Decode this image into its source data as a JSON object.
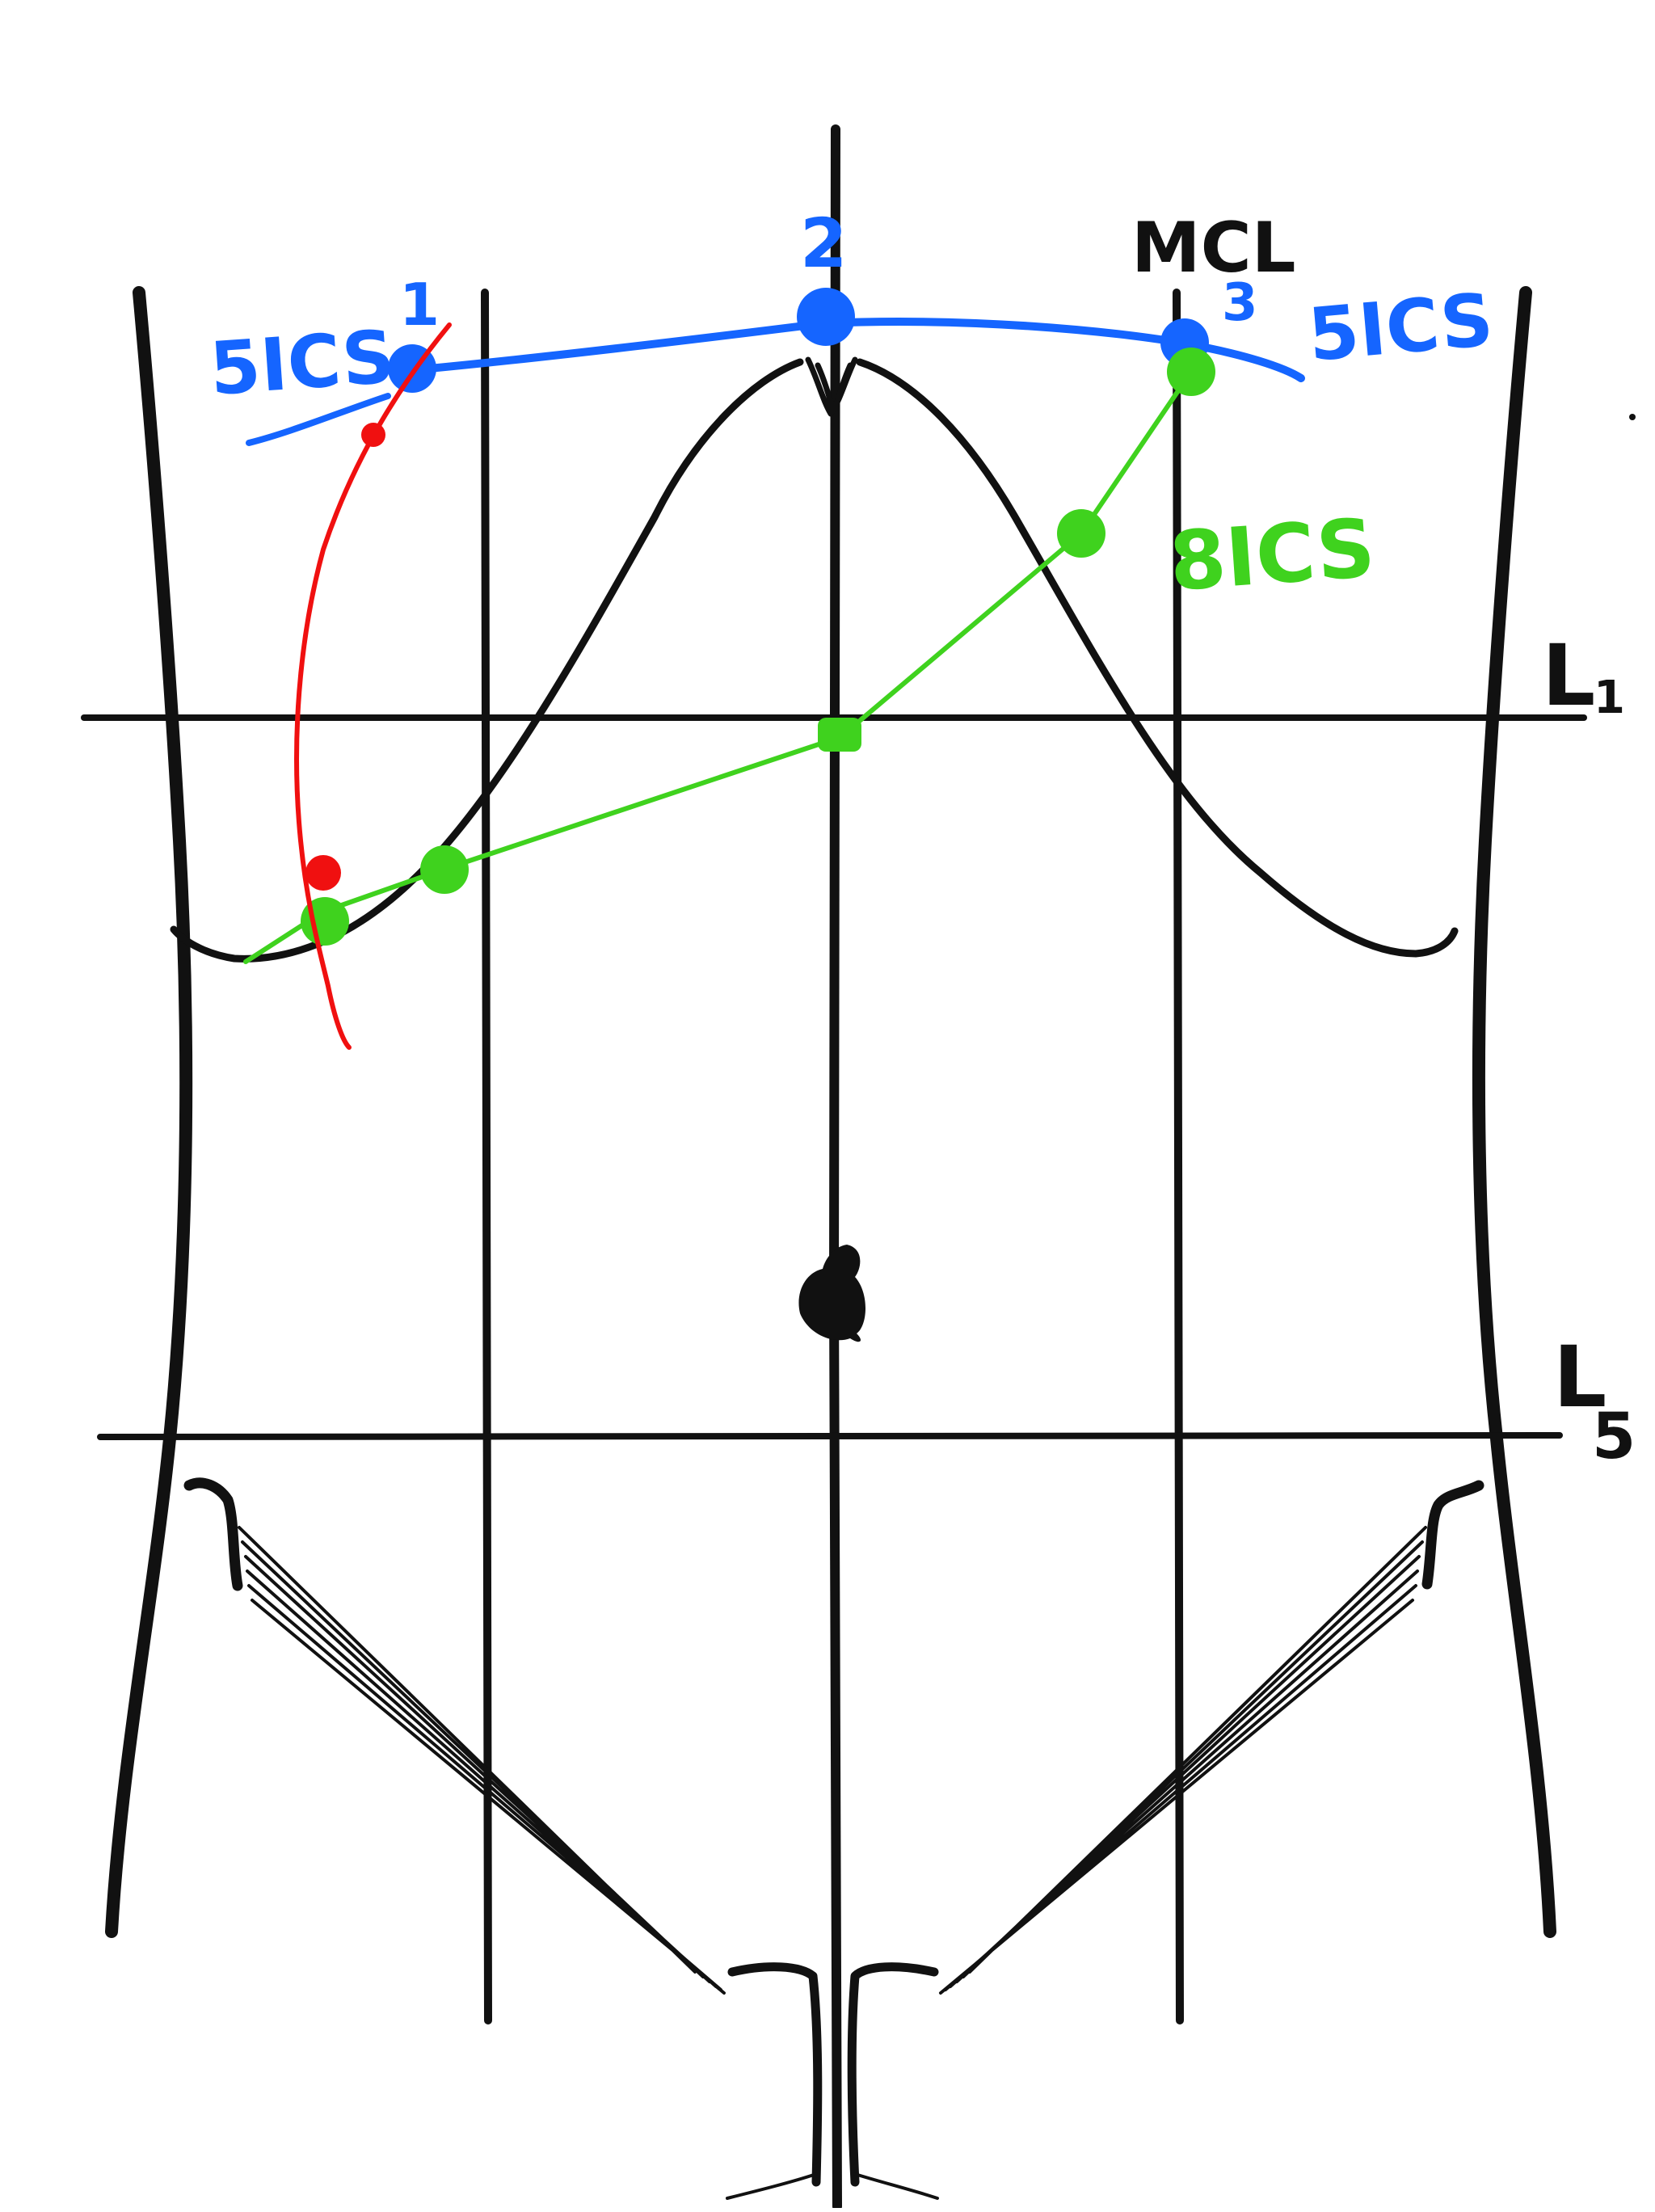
{
  "labels": {
    "mcl": "MCL",
    "l1": "L",
    "l1_sub": "1",
    "l5": "L",
    "l5_sub": "5",
    "ics5_left": "5ICS",
    "ics5_right": "5ICS",
    "ics8": "8ICS",
    "point1": "1",
    "point2": "2",
    "point3": "3"
  },
  "colors": {
    "ink": "#111111",
    "blue": "#1565ff",
    "green": "#3fd21e",
    "red": "#f01010"
  }
}
